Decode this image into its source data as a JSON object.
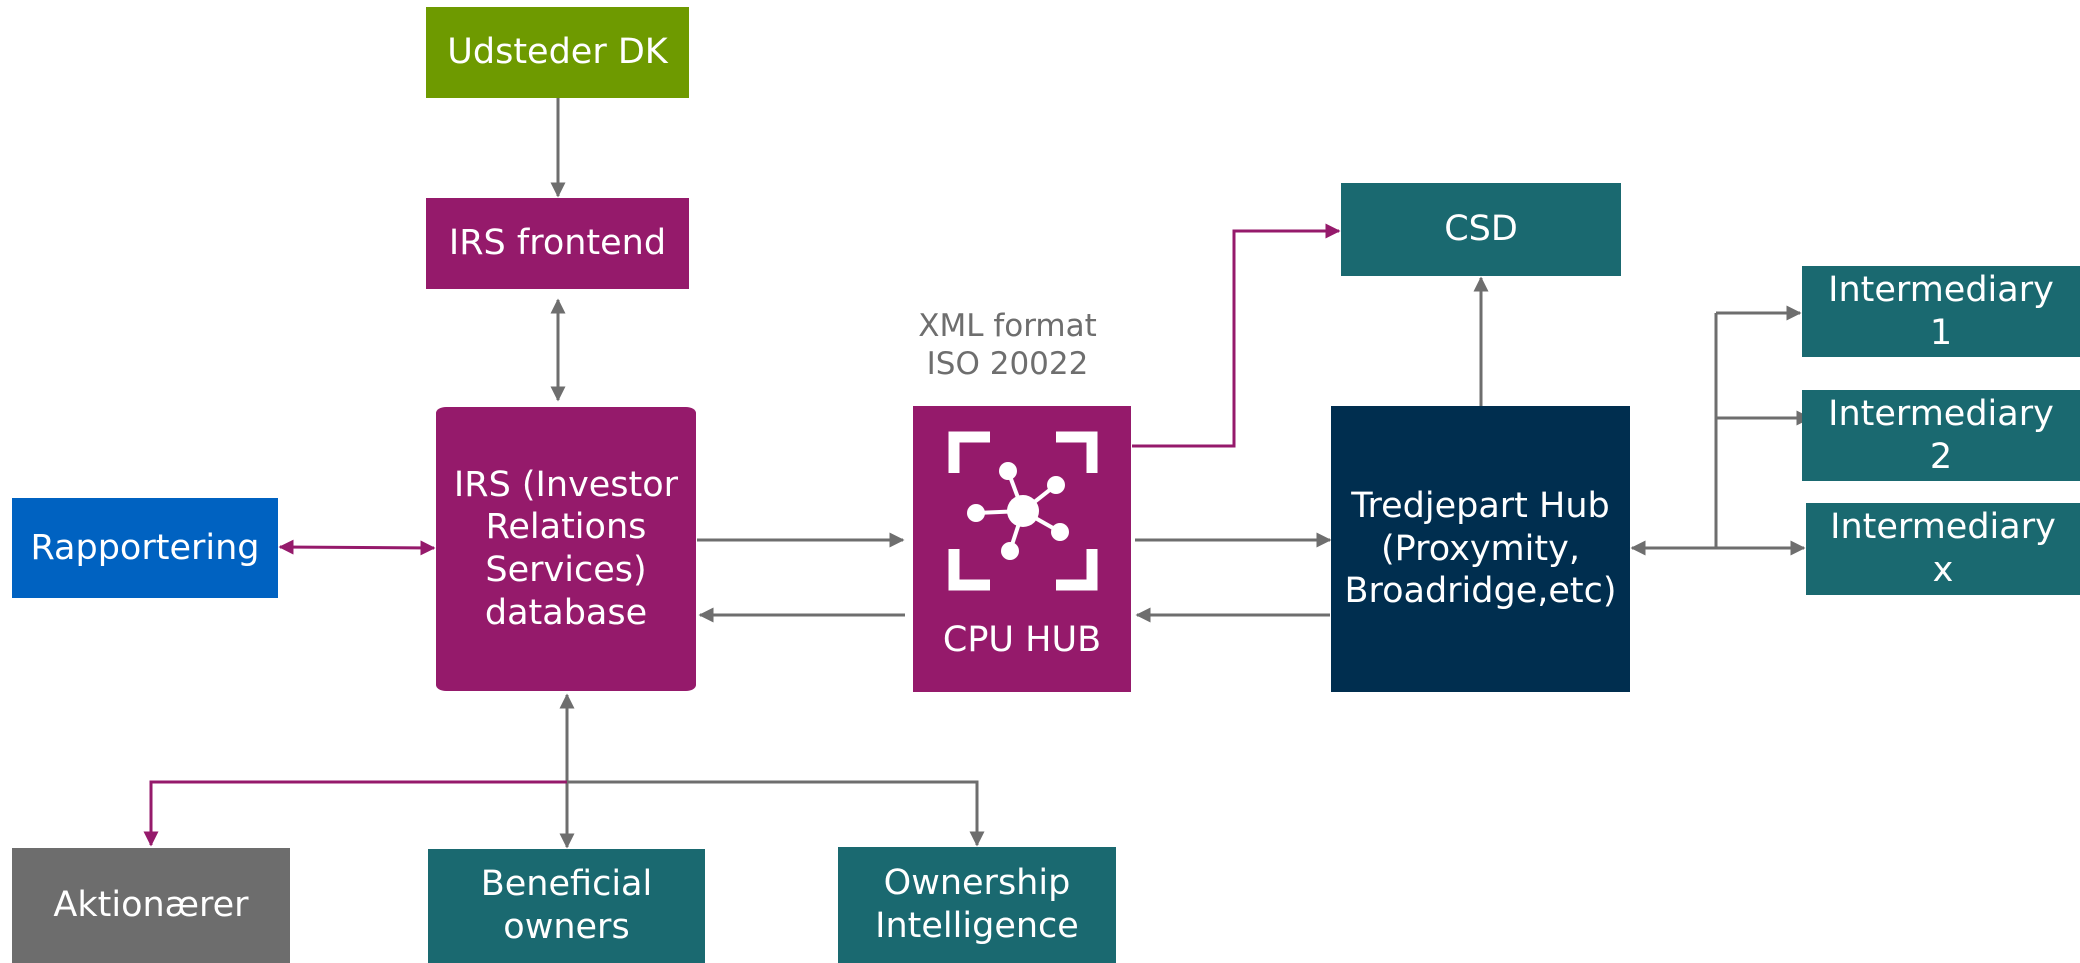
{
  "colors": {
    "green": "#6e9a00",
    "purple": "#951a6b",
    "blue": "#0062c1",
    "teal": "#1a6970",
    "navy": "#002e4f",
    "gray": "#6d6d6d",
    "edge_gray": "#6e6e6e",
    "edge_purple": "#951a6b"
  },
  "nodes": {
    "udsteder": {
      "label": "Udsteder DK"
    },
    "irs_frontend": {
      "label": "IRS frontend"
    },
    "irs_db": {
      "lines": [
        "IRS (Investor",
        "Relations",
        "Services)",
        "database"
      ]
    },
    "rapportering": {
      "label": "Rapportering"
    },
    "cpu_hub": {
      "label": "CPU HUB",
      "icon": "network-hub-icon"
    },
    "csd": {
      "label": "CSD"
    },
    "tredjepart": {
      "lines": [
        "Tredjepart Hub",
        "(Proxymity,",
        "Broadridge,etc)"
      ]
    },
    "intermediary_1": {
      "lines": [
        "Intermediary",
        "1"
      ]
    },
    "intermediary_2": {
      "lines": [
        "Intermediary",
        "2"
      ]
    },
    "intermediary_x": {
      "lines": [
        "Intermediary",
        "x"
      ]
    },
    "aktionaerer": {
      "label": "Aktionærer"
    },
    "beneficial": {
      "lines": [
        "Beneficial",
        "owners"
      ]
    },
    "ownership": {
      "lines": [
        "Ownership",
        "Intelligence"
      ]
    }
  },
  "annotations": {
    "format": {
      "lines": [
        "XML format",
        "ISO 20022"
      ]
    }
  }
}
